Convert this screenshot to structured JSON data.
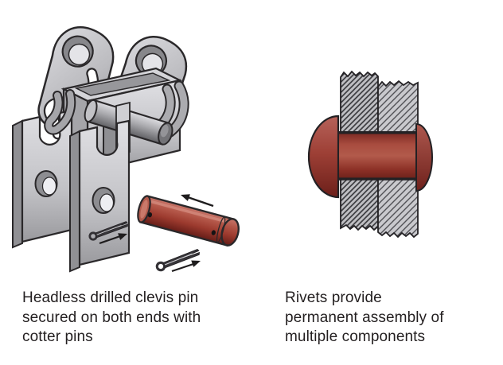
{
  "figure": {
    "background": "#ffffff",
    "captions": {
      "left": {
        "lines": [
          "Headless drilled clevis pin",
          "secured on both ends with",
          "cotter pins"
        ]
      },
      "right": {
        "lines": [
          "Rivets provide",
          "permanent assembly of",
          "multiple components"
        ]
      }
    },
    "colors": {
      "pin_red": "#a33d30",
      "pin_red_light": "#c8766a",
      "pin_red_dark": "#6f201b",
      "steel_light": "#dcdce0",
      "steel_mid": "#b9b9bd",
      "steel_dark": "#8d8d91",
      "outline": "#2a282a",
      "arrow": "#1f1d1e",
      "text": "#231f20"
    }
  }
}
